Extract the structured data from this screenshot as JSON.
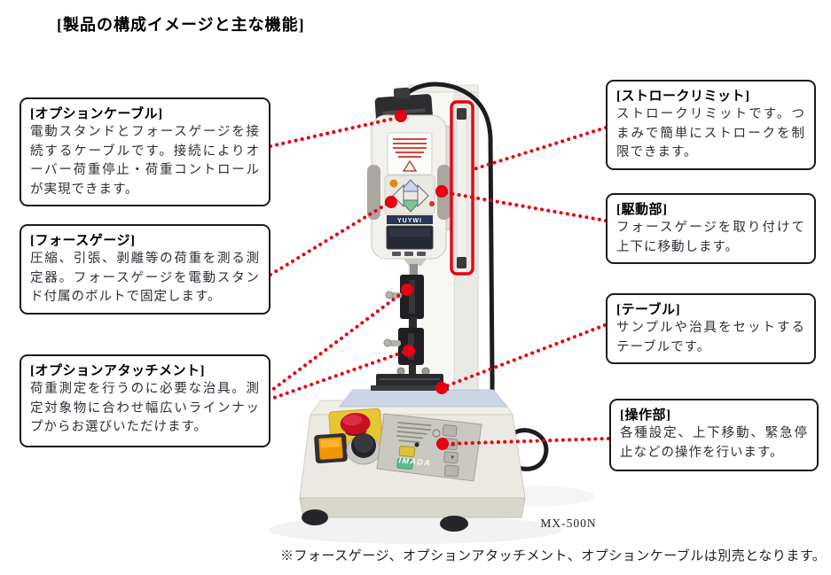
{
  "title": "[製品の構成イメージと主な機能]",
  "model_label": "MX-500N",
  "footnote": "※フォースゲージ、オプションアタッチメント、オプションケーブルは別売となります。",
  "accent_color": "#e60012",
  "callouts": {
    "option_cable": {
      "title": "[オプションケーブル]",
      "body": "電動スタンドとフォースゲージを接続するケーブルです。接続によりオーバー荷重停止・荷重コントロールが実現できます。"
    },
    "force_gauge": {
      "title": "[フォースゲージ]",
      "body": "圧縮、引張、剥離等の荷重を測る測定器。フォースゲージを電動スタンド付属のボルトで固定します。"
    },
    "option_attachment": {
      "title": "[オプションアタッチメント]",
      "body": "荷重測定を行うのに必要な治具。測定対象物に合わせ幅広いラインナップからお選びいただけます。"
    },
    "stroke_limit": {
      "title": "[ストロークリミット]",
      "body": "ストロークリミットです。つまみで簡単にストロークを制限できます。"
    },
    "drive_unit": {
      "title": "[駆動部]",
      "body": "フォースゲージを取り付けて上下に移動します。"
    },
    "table": {
      "title": "[テーブル]",
      "body": "サンプルや治具をセットするテーブルです。"
    },
    "control_unit": {
      "title": "[操作部]",
      "body": "各種設定、上下移動、緊急停止などの操作を行います。"
    }
  },
  "machine": {
    "base_brand": "IMADA",
    "gauge_brand": "YUYWI"
  }
}
